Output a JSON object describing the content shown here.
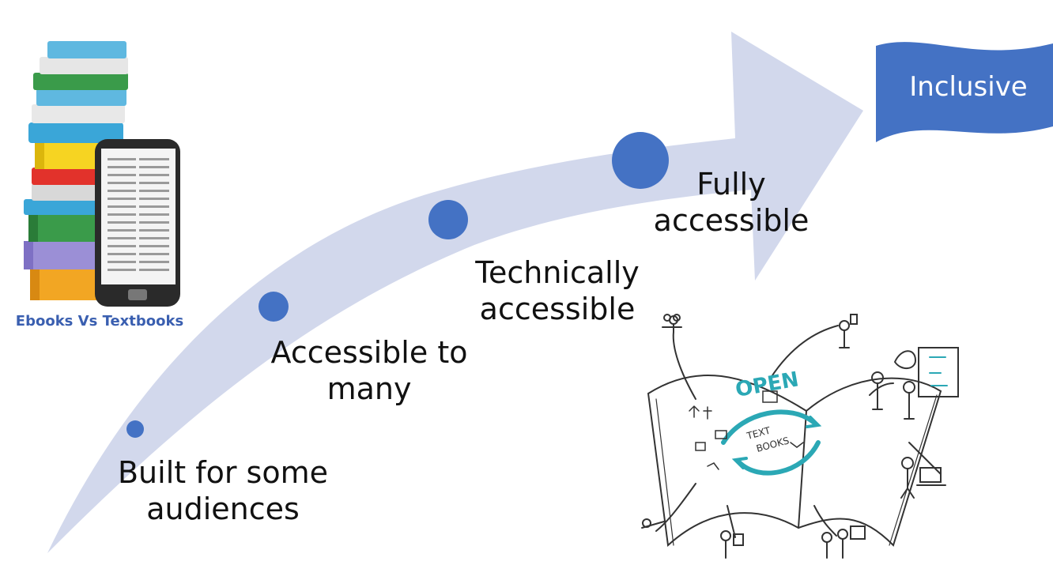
{
  "colors": {
    "arrow": "#d2d8ec",
    "dot": "#4472c4",
    "banner": "#4472c4",
    "caption": "#3a5fb0",
    "sketch_accent": "#2ba8b5"
  },
  "banner": {
    "label": "Inclusive"
  },
  "books_image": {
    "caption": "Ebooks Vs Textbooks"
  },
  "sketch_image": {
    "open_label": "OPEN",
    "text_label_1": "TEXT",
    "text_label_2": "BOOKS"
  },
  "stages": [
    {
      "line1": "Built for some",
      "line2": "audiences"
    },
    {
      "line1": "Accessible to",
      "line2": "many"
    },
    {
      "line1": "Technically",
      "line2": "accessible"
    },
    {
      "line1": "Fully",
      "line2": "accessible"
    }
  ]
}
